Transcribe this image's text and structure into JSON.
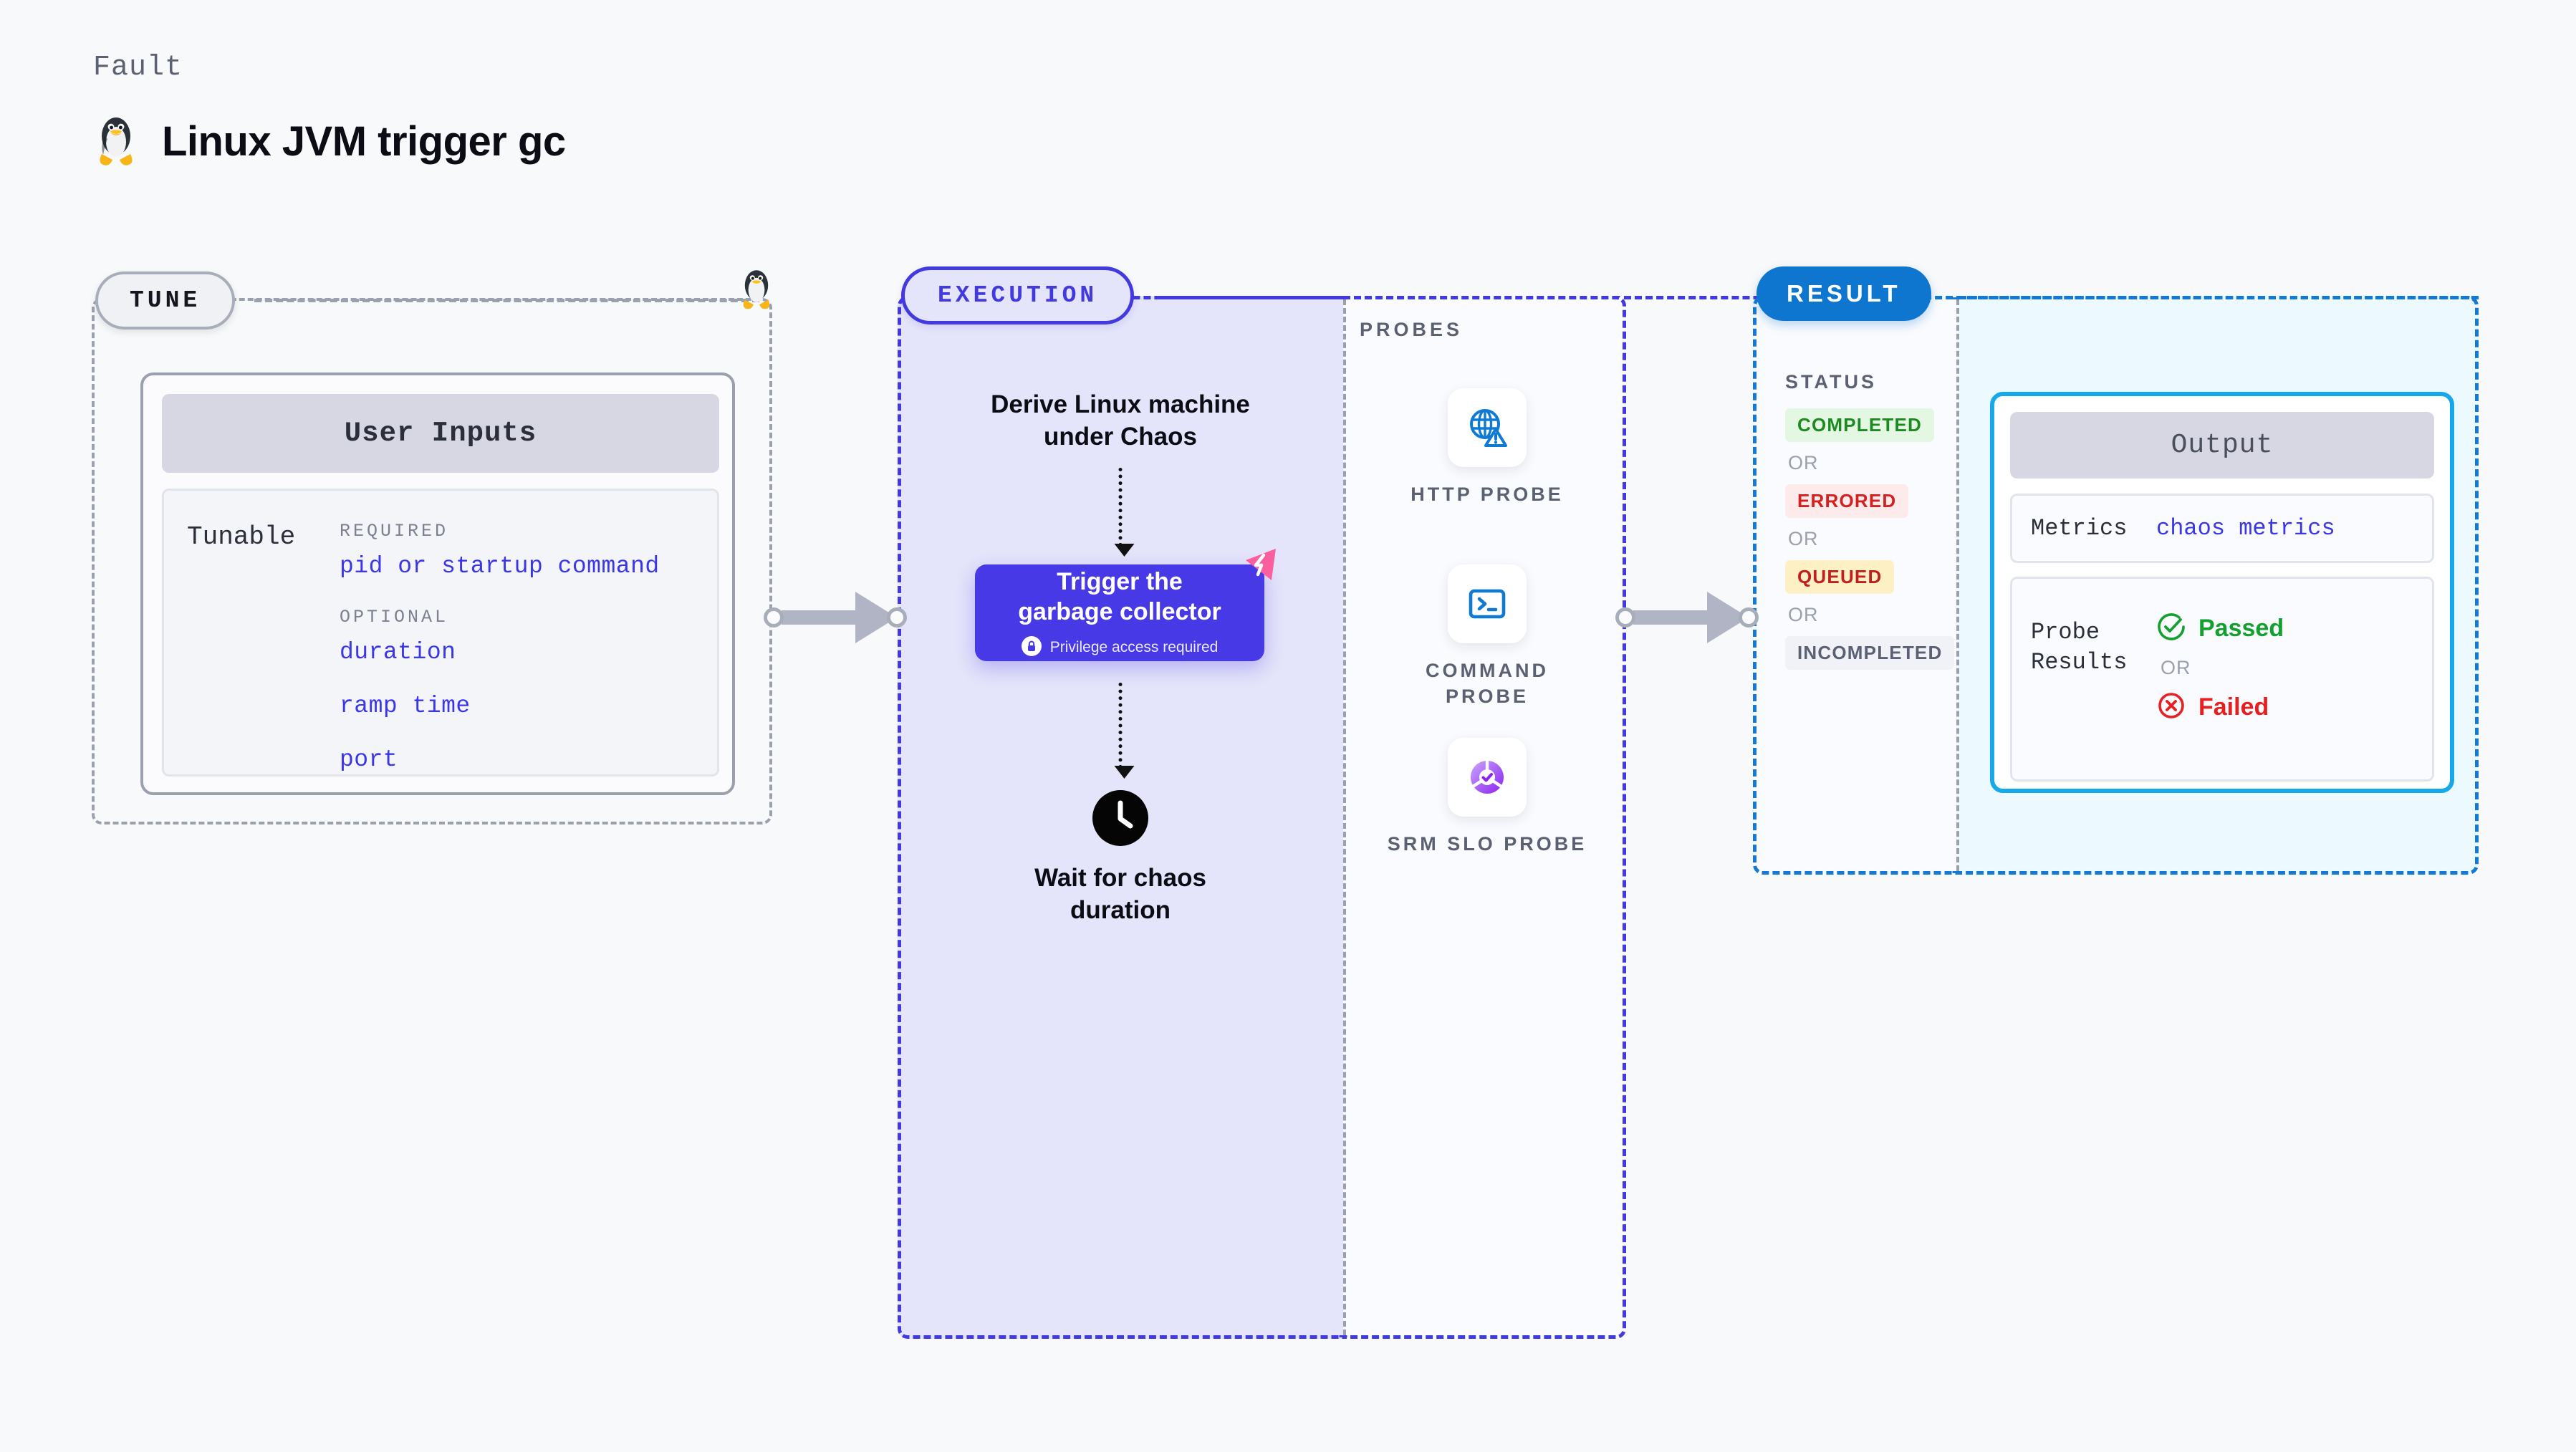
{
  "header": {
    "kicker": "Fault",
    "title": "Linux JVM trigger gc",
    "icon": "linux-tux-icon"
  },
  "tune": {
    "badge": "TUNE",
    "edge_icon": "linux-tux-icon",
    "card": {
      "title": "User Inputs",
      "row_label": "Tunable",
      "groups": [
        {
          "label": "REQUIRED",
          "fields": [
            "pid or startup command"
          ]
        },
        {
          "label": "OPTIONAL",
          "fields": [
            "duration",
            "ramp time",
            "port"
          ]
        }
      ]
    }
  },
  "execution": {
    "badge": "EXECUTION",
    "steps": {
      "derive": "Derive Linux machine\nunder Chaos",
      "action_title": "Trigger the\ngarbage collector",
      "action_note": "Privilege access required",
      "action_note_icon": "lock-icon",
      "action_corner_icon": "chaos-bolt-badge-icon",
      "wait_icon": "clock-icon",
      "wait": "Wait for chaos\nduration"
    }
  },
  "probes": {
    "label": "PROBES",
    "items": [
      {
        "caption": "HTTP PROBE",
        "icon": "globe-warning-icon"
      },
      {
        "caption": "COMMAND PROBE",
        "icon": "terminal-prompt-icon"
      },
      {
        "caption": "SRM SLO PROBE",
        "icon": "slo-donut-check-icon"
      }
    ]
  },
  "result": {
    "badge": "RESULT",
    "status_label": "STATUS",
    "or_label": "OR",
    "statuses": [
      {
        "text": "COMPLETED",
        "color": "#1d8a21",
        "bg": "#e3f7e2"
      },
      {
        "text": "ERRORED",
        "color": "#d32020",
        "bg": "#fdeaea"
      },
      {
        "text": "QUEUED",
        "color": "#c01f1f",
        "bg": "#fdf0c4"
      },
      {
        "text": "INCOMPLETED",
        "color": "#5b6172",
        "bg": "#f1f2f7"
      }
    ],
    "output": {
      "title": "Output",
      "metrics_key": "Metrics",
      "metrics_value": "chaos metrics",
      "probe_key": "Probe\nResults",
      "passed": {
        "text": "Passed",
        "icon": "check-circle-icon",
        "color": "#14a02e"
      },
      "failed": {
        "text": "Failed",
        "icon": "x-circle-icon",
        "color": "#e81f1f"
      }
    }
  },
  "colors": {
    "accent_indigo": "#4239e0",
    "accent_blue": "#1479d4",
    "accent_cyan": "#16a8e8",
    "pink_badge": "#fb5f9d",
    "link": "#3b36e8",
    "muted": "#9ba0ad"
  }
}
